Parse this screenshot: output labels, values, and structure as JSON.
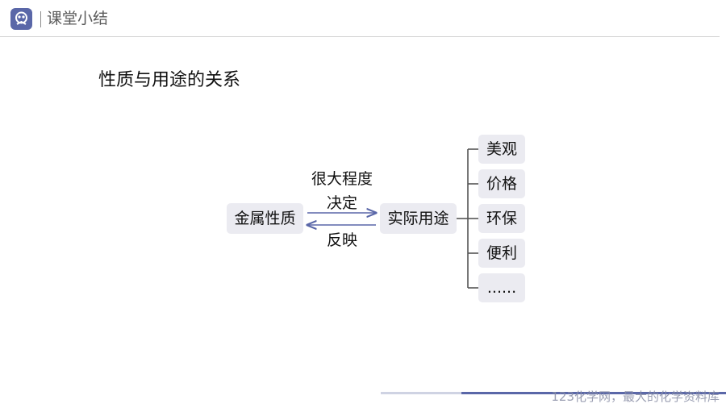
{
  "header": {
    "title": "课堂小结",
    "logo_icon": "owl-logo-icon",
    "accent_color": "#5a67a8"
  },
  "slide": {
    "title": "性质与用途的关系",
    "left_box": "金属性质",
    "right_box": "实际用途",
    "arrow_top_line1": "很大程度",
    "arrow_top_line2": "决定",
    "arrow_bottom": "反映",
    "items": [
      "美观",
      "价格",
      "环保",
      "便利",
      "......"
    ]
  },
  "footer": {
    "watermark": "123化学网，最大的化学资料库"
  }
}
